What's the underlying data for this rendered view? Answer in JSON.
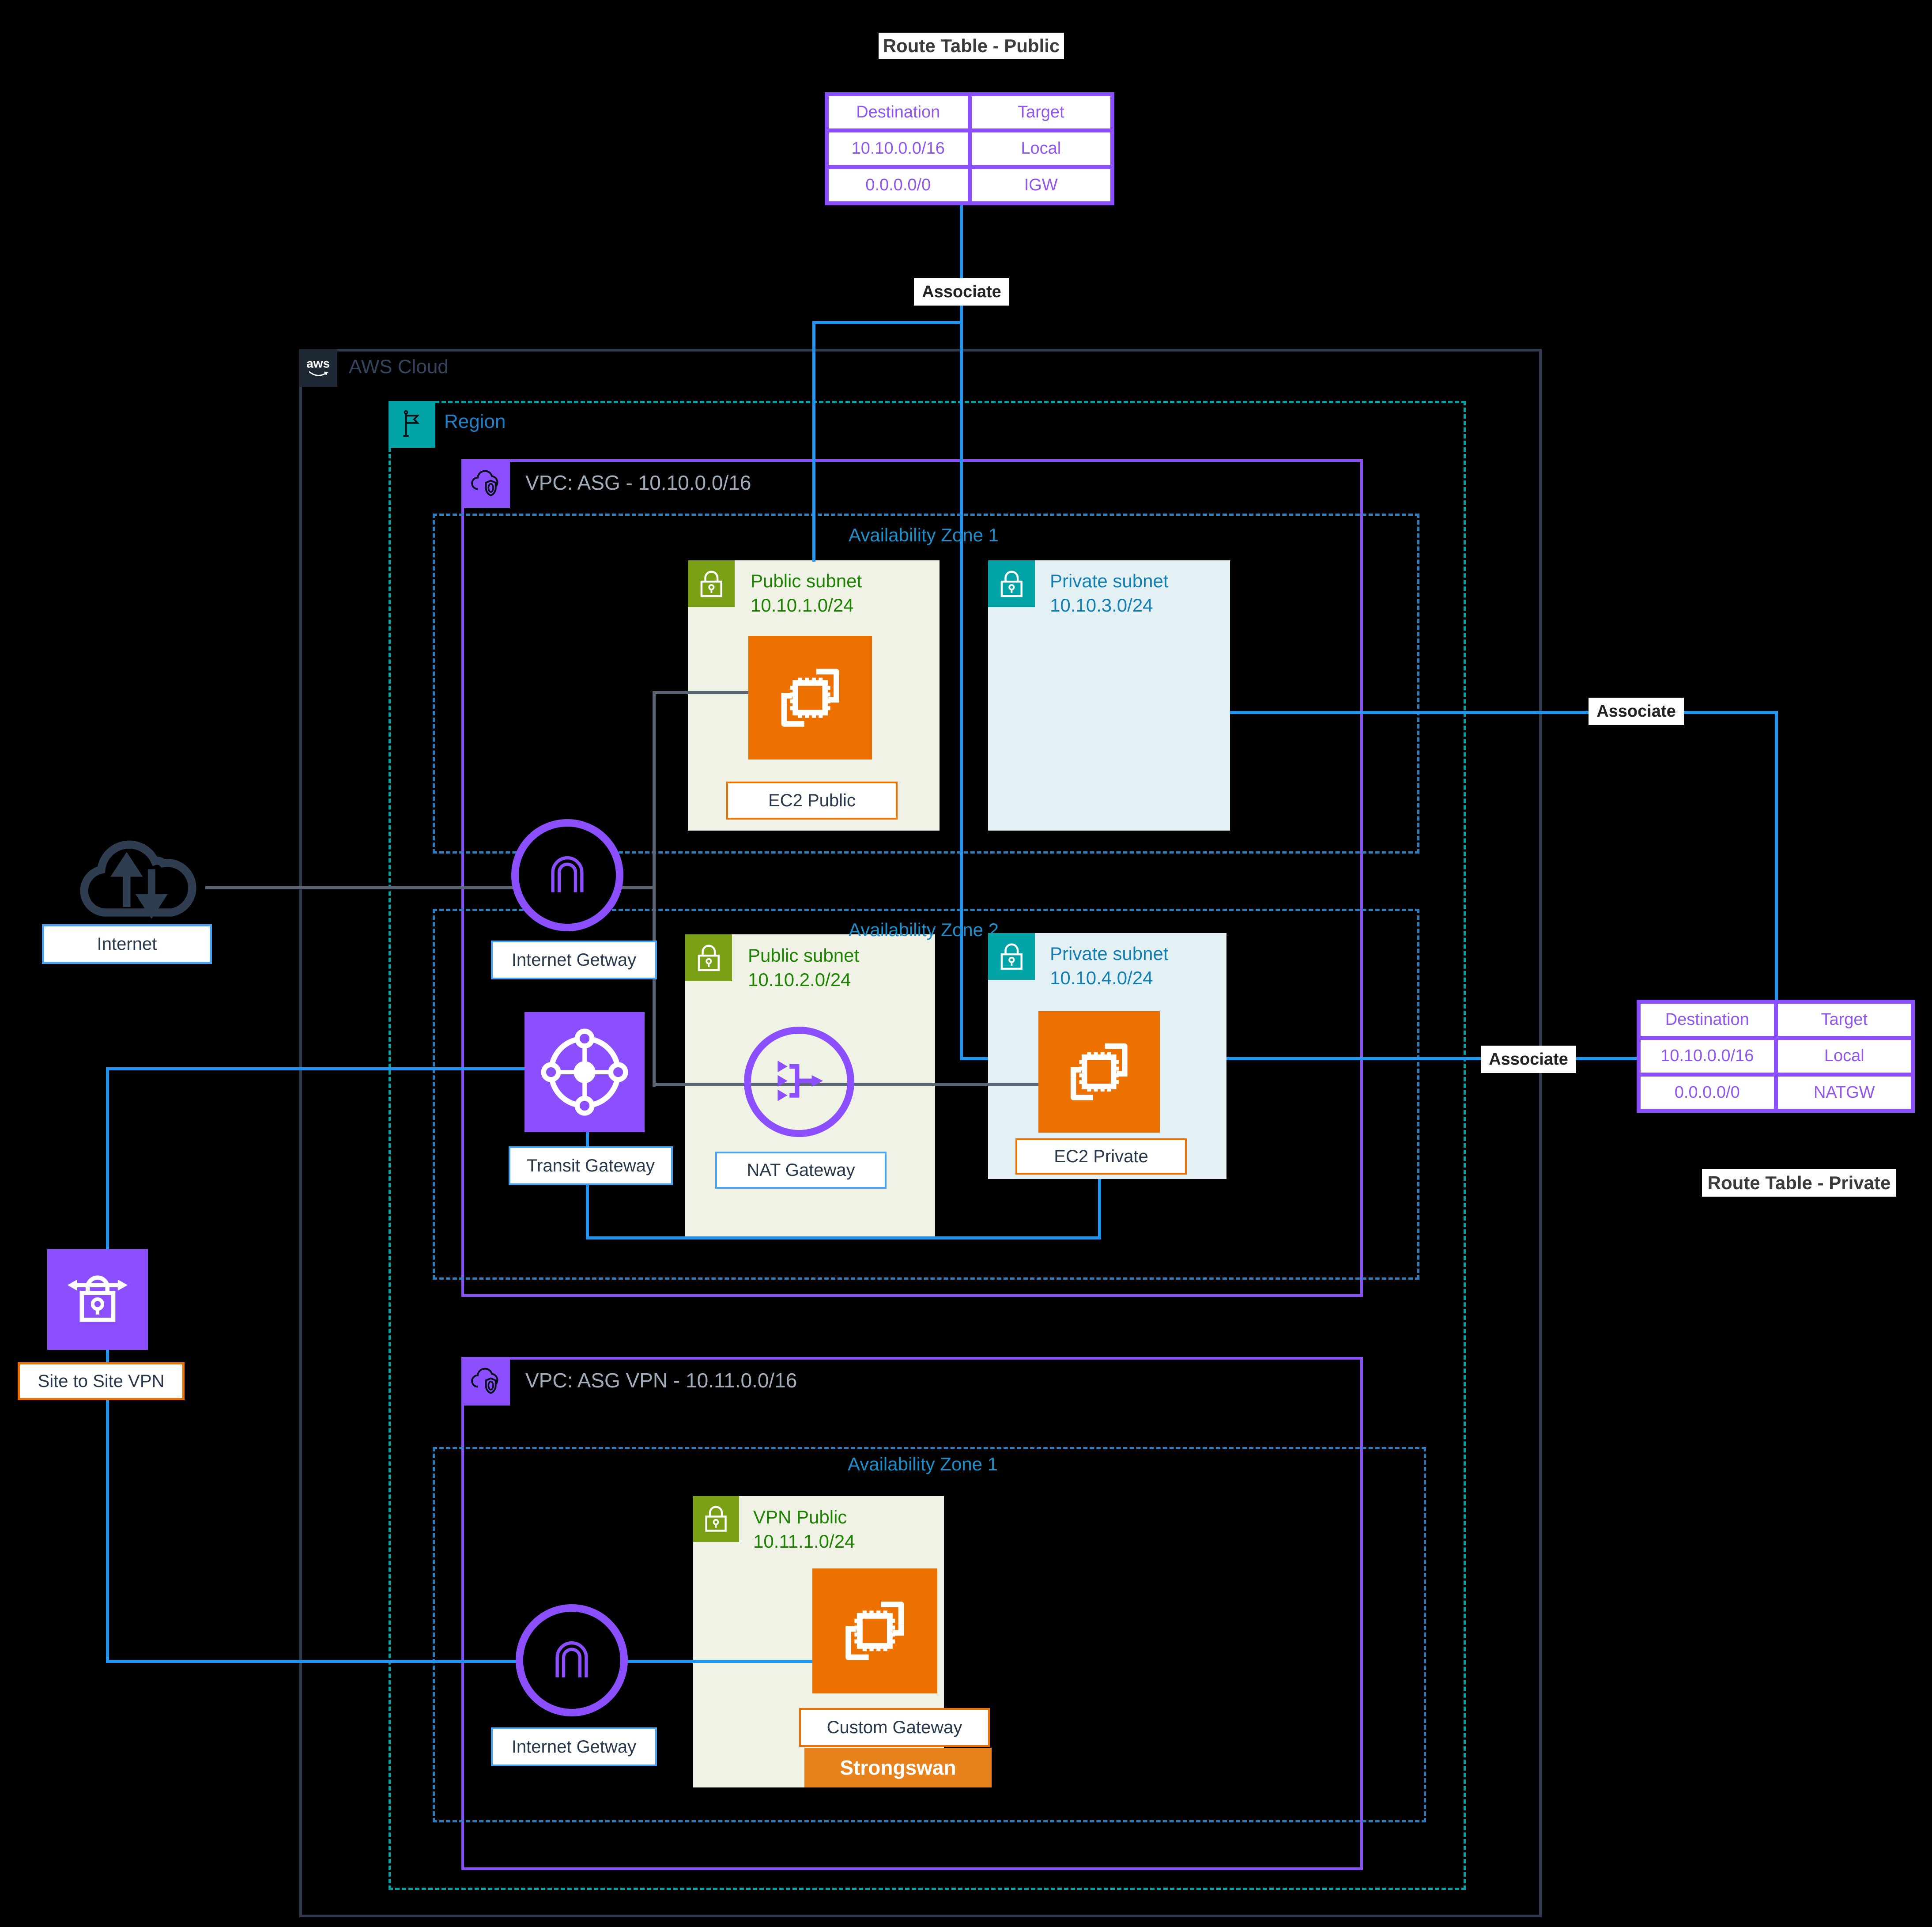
{
  "colors": {
    "background": "#000000",
    "aws_purple": "#8C4FFF",
    "blue_line": "#2196F3",
    "gray_line": "#5A6472",
    "region_teal": "#00A4A6",
    "az_blue": "#1F8FCC",
    "subnet_public_bg": "#F0F2E6",
    "subnet_private_bg": "#E3F1F4",
    "green": "#7AA116",
    "green_text": "#1D8102",
    "private_text": "#127EB1",
    "orange": "#ED7100",
    "strongswan_orange": "#E8821C",
    "navy_text": "#29394C"
  },
  "route_table_public": {
    "title": "Route Table - Public",
    "col_headers": [
      "Destination",
      "Target"
    ],
    "rows": [
      [
        "10.10.0.0/16",
        "Local"
      ],
      [
        "0.0.0.0/0",
        "IGW"
      ]
    ]
  },
  "route_table_private": {
    "title": "Route Table - Private",
    "col_headers": [
      "Destination",
      "Target"
    ],
    "rows": [
      [
        "10.10.0.0/16",
        "Local"
      ],
      [
        "0.0.0.0/0",
        "NATGW"
      ]
    ]
  },
  "labels": {
    "associate": "Associate"
  },
  "aws_cloud": {
    "logo": "aws",
    "label": "AWS Cloud"
  },
  "region": {
    "label": "Region"
  },
  "vpc_main": {
    "label": "VPC: ASG - 10.10.0.0/16"
  },
  "vpc_vpn": {
    "label": "VPC: ASG VPN - 10.11.0.0/16"
  },
  "zones": {
    "az1": "Availability Zone 1",
    "az2": "Availability Zone 2",
    "vpn_az1": "Availability Zone 1"
  },
  "subnets": {
    "public1": {
      "name": "Public subnet",
      "cidr": "10.10.1.0/24"
    },
    "private1": {
      "name": "Private subnet",
      "cidr": "10.10.3.0/24"
    },
    "public2": {
      "name": "Public subnet",
      "cidr": "10.10.2.0/24"
    },
    "private2": {
      "name": "Private subnet",
      "cidr": "10.10.4.0/24"
    },
    "vpn_public": {
      "name": "VPN Public",
      "cidr": "10.11.1.0/24"
    }
  },
  "nodes": {
    "internet": "Internet",
    "igw1": "Internet Getway",
    "igw2": "Internet Getway",
    "tgw": "Transit Gateway",
    "nat": "NAT Gateway",
    "ec2_public": "EC2 Public",
    "ec2_private": "EC2 Private",
    "site_vpn": "Site to Site VPN",
    "custom_gw": "Custom Gateway",
    "strongswan": "Strongswan"
  }
}
